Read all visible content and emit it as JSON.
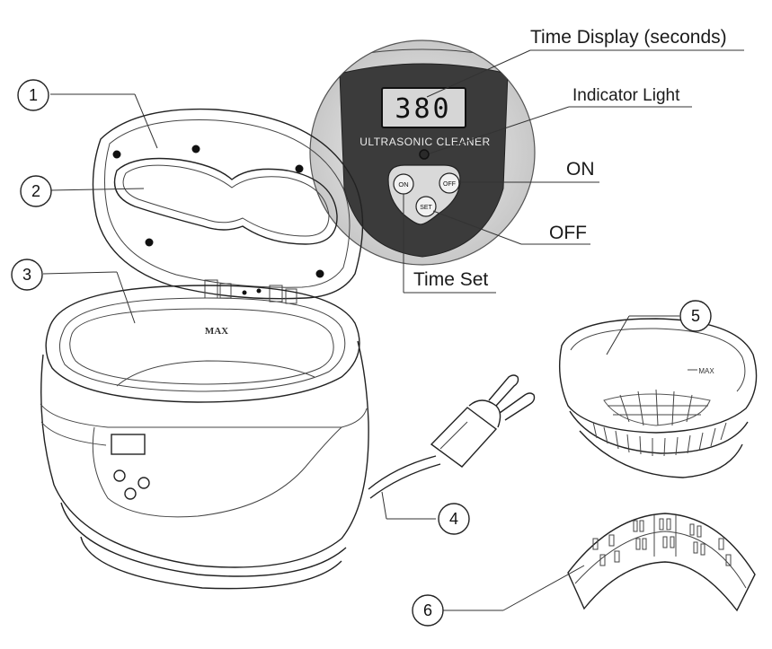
{
  "callouts": {
    "time_display": "Time Display (seconds)",
    "indicator_light": "Indicator Light",
    "on": "ON",
    "off": "OFF",
    "time_set": "Time Set"
  },
  "panel": {
    "display_digits": "380",
    "brand": "ULTRASONIC CLEANER",
    "btn_on": "ON",
    "btn_off": "OFF",
    "btn_set": "SET"
  },
  "tank": {
    "max_label": "MAX"
  },
  "basket": {
    "max_label": "MAX"
  },
  "parts": [
    {
      "number": "1"
    },
    {
      "number": "2"
    },
    {
      "number": "3"
    },
    {
      "number": "4"
    },
    {
      "number": "5"
    },
    {
      "number": "6"
    }
  ],
  "colors": {
    "panel_dark": "#3b3b3b",
    "display_bg": "#d4d4d4",
    "line": "#222222"
  }
}
